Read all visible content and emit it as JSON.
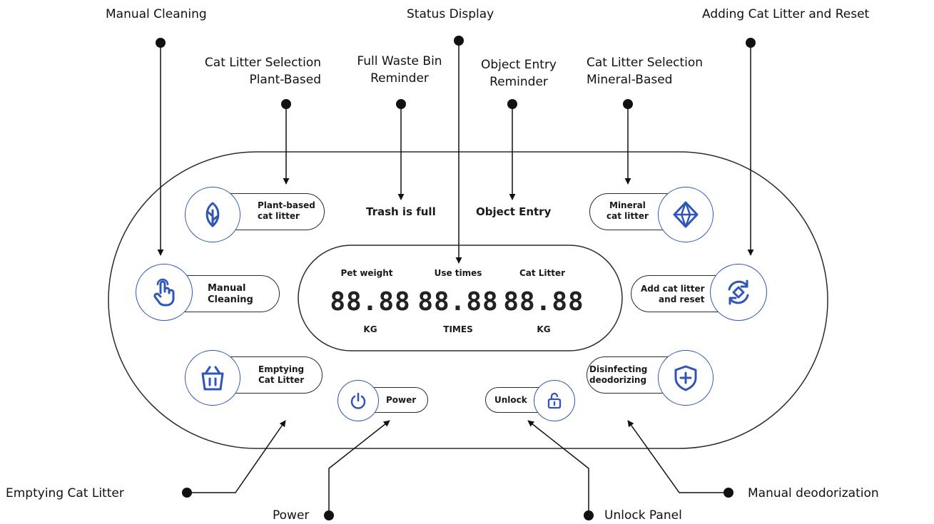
{
  "colors": {
    "accent": "#2f56b4",
    "outline": "#2b2b2b",
    "wire": "#111111"
  },
  "callouts": {
    "manual_cleaning": "Manual Cleaning",
    "status_display": "Status Display",
    "adding_litter_reset": "Adding Cat Litter and Reset",
    "plant_selection": [
      "Cat Litter Selection",
      "Plant-Based"
    ],
    "full_bin": [
      "Full Waste Bin",
      "Reminder"
    ],
    "object_entry": [
      "Object Entry",
      "Reminder"
    ],
    "mineral_selection": [
      "Cat Litter Selection",
      "Mineral-Based"
    ],
    "emptying_litter": "Emptying Cat Litter",
    "power": "Power",
    "unlock_panel": "Unlock Panel",
    "manual_deodorization": "Manual deodorization"
  },
  "status": {
    "trash_full": "Trash is full",
    "object_entry": "Object Entry"
  },
  "buttons": {
    "plant": {
      "label": [
        "Plant-based",
        "cat litter"
      ],
      "icon": "leaf-icon"
    },
    "manual": {
      "label": [
        "Manual",
        "Cleaning"
      ],
      "icon": "hand-tap-icon"
    },
    "empty": {
      "label": [
        "Emptying",
        "Cat Litter"
      ],
      "icon": "trash-bin-icon"
    },
    "mineral": {
      "label": [
        "Mineral",
        "cat litter"
      ],
      "icon": "diamond-icon"
    },
    "add_reset": {
      "label": [
        "Add cat litter",
        "and reset"
      ],
      "icon": "refresh-icon"
    },
    "disinfect": {
      "label": [
        "Disinfecting",
        "deodorizing"
      ],
      "icon": "shield-plus-icon"
    },
    "power": {
      "label": "Power",
      "icon": "power-icon"
    },
    "unlock": {
      "label": "Unlock",
      "icon": "unlock-icon"
    }
  },
  "display": {
    "columns": [
      {
        "label": "Pet weight",
        "value": "88.88",
        "unit": "KG"
      },
      {
        "label": "Use times",
        "value": "88.88",
        "unit": "TIMES"
      },
      {
        "label": "Cat Litter",
        "value": "88.88",
        "unit": "KG"
      }
    ]
  }
}
